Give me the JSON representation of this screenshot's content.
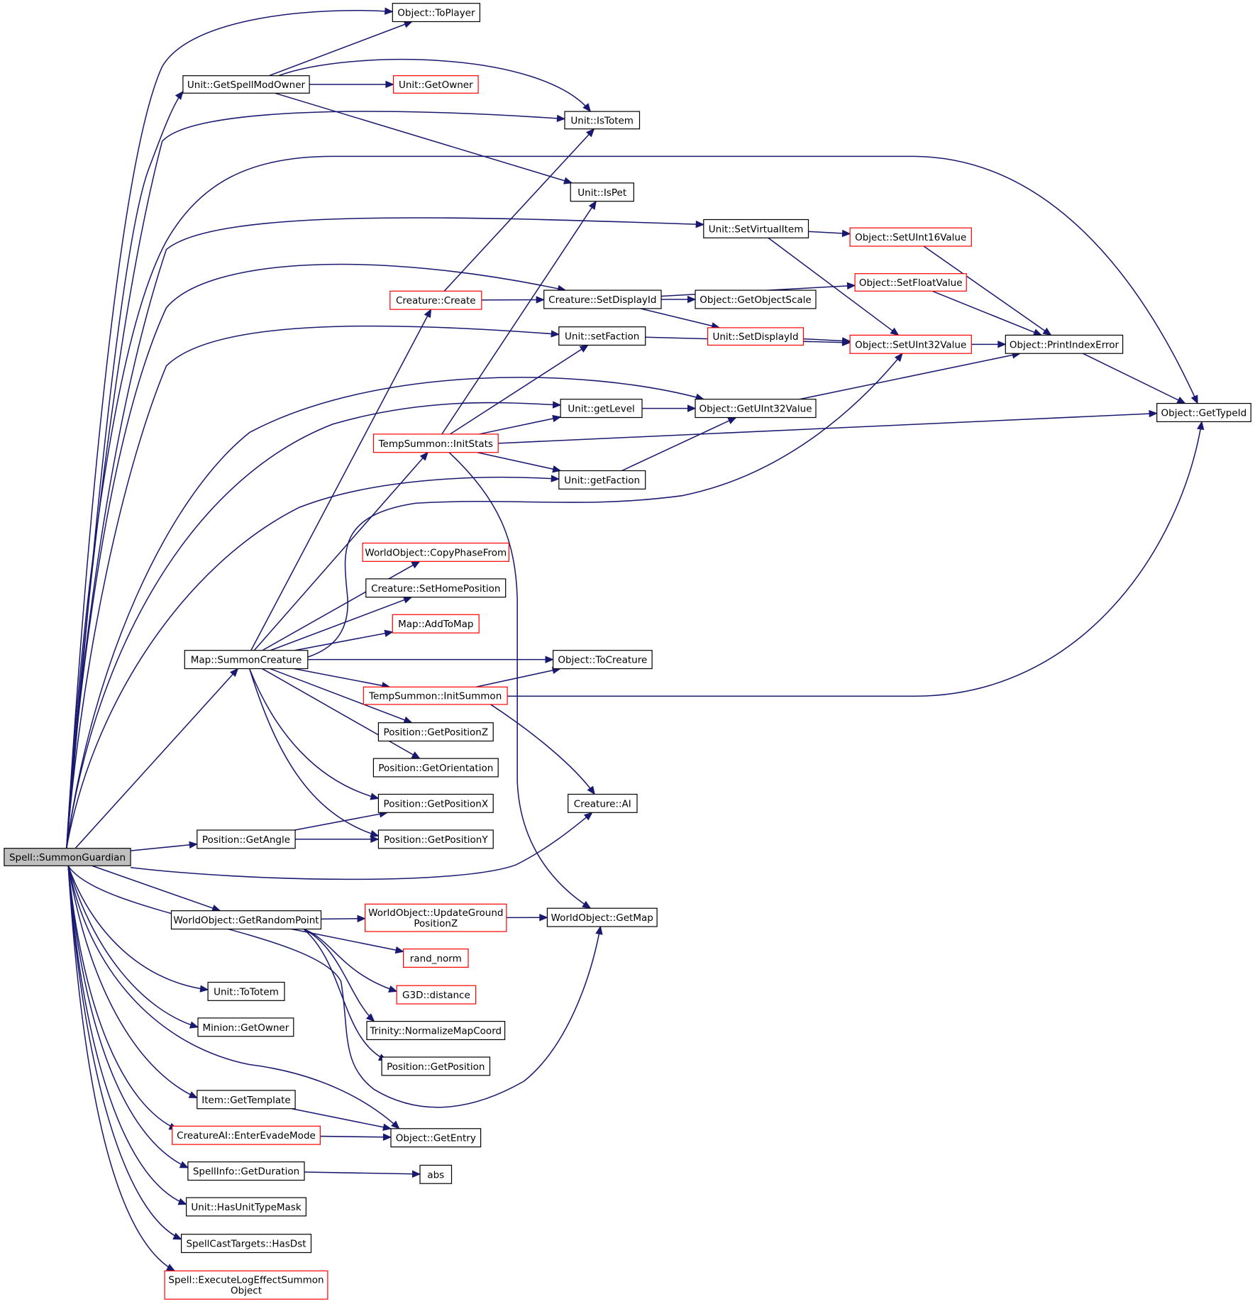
{
  "graph": {
    "root": "Spell::SummonGuardian",
    "nodes": [
      {
        "id": "spell_summonguardian",
        "label": "Spell::SummonGuardian",
        "style": "root"
      },
      {
        "id": "object_toplayer",
        "label": "Object::ToPlayer",
        "style": "black"
      },
      {
        "id": "unit_getspellmodowner",
        "label": "Unit::GetSpellModOwner",
        "style": "black"
      },
      {
        "id": "unit_getowner",
        "label": "Unit::GetOwner",
        "style": "red"
      },
      {
        "id": "unit_istotem",
        "label": "Unit::IsTotem",
        "style": "black"
      },
      {
        "id": "unit_ispet",
        "label": "Unit::IsPet",
        "style": "black"
      },
      {
        "id": "unit_setvirtualitem",
        "label": "Unit::SetVirtualItem",
        "style": "black"
      },
      {
        "id": "object_setuint16value",
        "label": "Object::SetUInt16Value",
        "style": "red"
      },
      {
        "id": "object_setfloatvalue",
        "label": "Object::SetFloatValue",
        "style": "red"
      },
      {
        "id": "creature_create",
        "label": "Creature::Create",
        "style": "red"
      },
      {
        "id": "creature_setdisplayid",
        "label": "Creature::SetDisplayId",
        "style": "black"
      },
      {
        "id": "object_getobjectscale",
        "label": "Object::GetObjectScale",
        "style": "black"
      },
      {
        "id": "unit_setdisplayid",
        "label": "Unit::SetDisplayId",
        "style": "red"
      },
      {
        "id": "unit_setfaction",
        "label": "Unit::setFaction",
        "style": "black"
      },
      {
        "id": "object_setuint32value",
        "label": "Object::SetUInt32Value",
        "style": "red"
      },
      {
        "id": "object_printindexerror",
        "label": "Object::PrintIndexError",
        "style": "black"
      },
      {
        "id": "unit_getlevel",
        "label": "Unit::getLevel",
        "style": "black"
      },
      {
        "id": "object_getuint32value",
        "label": "Object::GetUInt32Value",
        "style": "black"
      },
      {
        "id": "object_gettypeid",
        "label": "Object::GetTypeId",
        "style": "black"
      },
      {
        "id": "tempsummon_initstats",
        "label": "TempSummon::InitStats",
        "style": "red"
      },
      {
        "id": "unit_getfaction",
        "label": "Unit::getFaction",
        "style": "black"
      },
      {
        "id": "worldobject_copyphasefrom",
        "label": "WorldObject::CopyPhaseFrom",
        "style": "red"
      },
      {
        "id": "creature_sethomeposition",
        "label": "Creature::SetHomePosition",
        "style": "black"
      },
      {
        "id": "map_addtomap",
        "label": "Map::AddToMap",
        "style": "red"
      },
      {
        "id": "map_summoncreature",
        "label": "Map::SummonCreature",
        "style": "black"
      },
      {
        "id": "object_tocreature",
        "label": "Object::ToCreature",
        "style": "black"
      },
      {
        "id": "tempsummon_initsummon",
        "label": "TempSummon::InitSummon",
        "style": "red"
      },
      {
        "id": "position_getpositionz",
        "label": "Position::GetPositionZ",
        "style": "black"
      },
      {
        "id": "position_getorientation",
        "label": "Position::GetOrientation",
        "style": "black"
      },
      {
        "id": "position_getpositionx",
        "label": "Position::GetPositionX",
        "style": "black"
      },
      {
        "id": "creature_ai",
        "label": "Creature::AI",
        "style": "black"
      },
      {
        "id": "position_getangle",
        "label": "Position::GetAngle",
        "style": "black"
      },
      {
        "id": "position_getpositiony",
        "label": "Position::GetPositionY",
        "style": "black"
      },
      {
        "id": "worldobject_getrandompoint",
        "label": "WorldObject::GetRandomPoint",
        "style": "black"
      },
      {
        "id": "worldobject_updategroundpositionz",
        "label": "WorldObject::UpdateGround\nPositionZ",
        "style": "red"
      },
      {
        "id": "worldobject_getmap",
        "label": "WorldObject::GetMap",
        "style": "black"
      },
      {
        "id": "rand_norm",
        "label": "rand_norm",
        "style": "red"
      },
      {
        "id": "g3d_distance",
        "label": "G3D::distance",
        "style": "red"
      },
      {
        "id": "unit_tototem",
        "label": "Unit::ToTotem",
        "style": "black"
      },
      {
        "id": "trinity_normalizemapcoord",
        "label": "Trinity::NormalizeMapCoord",
        "style": "black"
      },
      {
        "id": "minion_getowner",
        "label": "Minion::GetOwner",
        "style": "black"
      },
      {
        "id": "position_getposition",
        "label": "Position::GetPosition",
        "style": "black"
      },
      {
        "id": "item_gettemplate",
        "label": "Item::GetTemplate",
        "style": "black"
      },
      {
        "id": "creatureai_enterevademode",
        "label": "CreatureAI::EnterEvadeMode",
        "style": "red"
      },
      {
        "id": "object_getentry",
        "label": "Object::GetEntry",
        "style": "black"
      },
      {
        "id": "spellinfo_getduration",
        "label": "SpellInfo::GetDuration",
        "style": "black"
      },
      {
        "id": "abs",
        "label": "abs",
        "style": "black"
      },
      {
        "id": "unit_hasunittypemask",
        "label": "Unit::HasUnitTypeMask",
        "style": "black"
      },
      {
        "id": "spellcasttargets_hasdst",
        "label": "SpellCastTargets::HasDst",
        "style": "black"
      },
      {
        "id": "spell_executelogeffectsummonobject",
        "label": "Spell::ExecuteLogEffectSummon\nObject",
        "style": "red"
      }
    ],
    "edges": [
      [
        "spell_summonguardian",
        "object_toplayer"
      ],
      [
        "spell_summonguardian",
        "unit_getspellmodowner"
      ],
      [
        "spell_summonguardian",
        "unit_istotem"
      ],
      [
        "spell_summonguardian",
        "object_gettypeid"
      ],
      [
        "spell_summonguardian",
        "unit_setvirtualitem"
      ],
      [
        "spell_summonguardian",
        "creature_setdisplayid"
      ],
      [
        "spell_summonguardian",
        "unit_setfaction"
      ],
      [
        "spell_summonguardian",
        "object_getuint32value"
      ],
      [
        "spell_summonguardian",
        "unit_getlevel"
      ],
      [
        "spell_summonguardian",
        "unit_getfaction"
      ],
      [
        "spell_summonguardian",
        "map_summoncreature"
      ],
      [
        "spell_summonguardian",
        "position_getangle"
      ],
      [
        "spell_summonguardian",
        "creature_ai"
      ],
      [
        "spell_summonguardian",
        "worldobject_getrandompoint"
      ],
      [
        "spell_summonguardian",
        "worldobject_getmap"
      ],
      [
        "spell_summonguardian",
        "unit_tototem"
      ],
      [
        "spell_summonguardian",
        "minion_getowner"
      ],
      [
        "spell_summonguardian",
        "item_gettemplate"
      ],
      [
        "spell_summonguardian",
        "object_getentry"
      ],
      [
        "spell_summonguardian",
        "creatureai_enterevademode"
      ],
      [
        "spell_summonguardian",
        "spellinfo_getduration"
      ],
      [
        "spell_summonguardian",
        "unit_hasunittypemask"
      ],
      [
        "spell_summonguardian",
        "spellcasttargets_hasdst"
      ],
      [
        "spell_summonguardian",
        "spell_executelogeffectsummonobject"
      ],
      [
        "unit_getspellmodowner",
        "object_toplayer"
      ],
      [
        "unit_getspellmodowner",
        "unit_getowner"
      ],
      [
        "unit_getspellmodowner",
        "unit_istotem"
      ],
      [
        "unit_getspellmodowner",
        "unit_ispet"
      ],
      [
        "unit_setvirtualitem",
        "object_setuint16value"
      ],
      [
        "unit_setvirtualitem",
        "object_setuint32value"
      ],
      [
        "object_setuint16value",
        "object_printindexerror"
      ],
      [
        "object_setfloatvalue",
        "object_printindexerror"
      ],
      [
        "creature_create",
        "unit_istotem"
      ],
      [
        "creature_create",
        "creature_setdisplayid"
      ],
      [
        "creature_setdisplayid",
        "object_setfloatvalue"
      ],
      [
        "creature_setdisplayid",
        "object_getobjectscale"
      ],
      [
        "creature_setdisplayid",
        "unit_setdisplayid"
      ],
      [
        "unit_setdisplayid",
        "object_setuint32value"
      ],
      [
        "unit_setfaction",
        "object_setuint32value"
      ],
      [
        "object_setuint32value",
        "object_printindexerror"
      ],
      [
        "object_printindexerror",
        "object_gettypeid"
      ],
      [
        "unit_getlevel",
        "object_getuint32value"
      ],
      [
        "object_getuint32value",
        "object_printindexerror"
      ],
      [
        "tempsummon_initstats",
        "unit_ispet"
      ],
      [
        "tempsummon_initstats",
        "unit_setfaction"
      ],
      [
        "tempsummon_initstats",
        "unit_getlevel"
      ],
      [
        "tempsummon_initstats",
        "object_gettypeid"
      ],
      [
        "tempsummon_initstats",
        "unit_getfaction"
      ],
      [
        "tempsummon_initstats",
        "worldobject_getmap"
      ],
      [
        "unit_getfaction",
        "object_getuint32value"
      ],
      [
        "map_summoncreature",
        "creature_create"
      ],
      [
        "map_summoncreature",
        "tempsummon_initstats"
      ],
      [
        "map_summoncreature",
        "object_setuint32value"
      ],
      [
        "map_summoncreature",
        "worldobject_copyphasefrom"
      ],
      [
        "map_summoncreature",
        "creature_sethomeposition"
      ],
      [
        "map_summoncreature",
        "map_addtomap"
      ],
      [
        "map_summoncreature",
        "object_tocreature"
      ],
      [
        "map_summoncreature",
        "tempsummon_initsummon"
      ],
      [
        "map_summoncreature",
        "position_getpositionz"
      ],
      [
        "map_summoncreature",
        "position_getorientation"
      ],
      [
        "map_summoncreature",
        "position_getpositionx"
      ],
      [
        "map_summoncreature",
        "position_getpositiony"
      ],
      [
        "tempsummon_initsummon",
        "object_tocreature"
      ],
      [
        "tempsummon_initsummon",
        "object_gettypeid"
      ],
      [
        "tempsummon_initsummon",
        "creature_ai"
      ],
      [
        "position_getangle",
        "position_getpositionx"
      ],
      [
        "position_getangle",
        "position_getpositiony"
      ],
      [
        "worldobject_getrandompoint",
        "worldobject_updategroundpositionz"
      ],
      [
        "worldobject_getrandompoint",
        "rand_norm"
      ],
      [
        "worldobject_getrandompoint",
        "g3d_distance"
      ],
      [
        "worldobject_getrandompoint",
        "trinity_normalizemapcoord"
      ],
      [
        "worldobject_getrandompoint",
        "position_getposition"
      ],
      [
        "worldobject_updategroundpositionz",
        "worldobject_getmap"
      ],
      [
        "item_gettemplate",
        "object_getentry"
      ],
      [
        "creatureai_enterevademode",
        "object_getentry"
      ],
      [
        "spellinfo_getduration",
        "abs"
      ]
    ]
  }
}
